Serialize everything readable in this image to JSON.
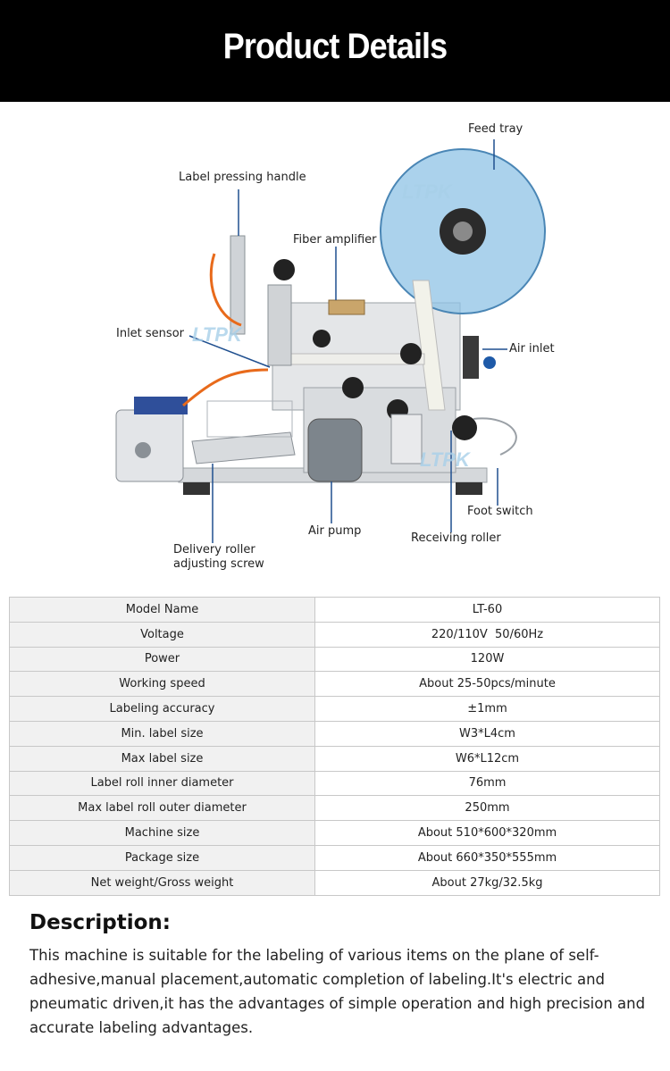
{
  "header": {
    "title": "Product Details"
  },
  "diagram": {
    "watermark": "LTPK",
    "callouts": {
      "feed_tray": "Feed tray",
      "label_pressing_handle": "Label pressing handle",
      "fiber_amplifier": "Fiber amplifier",
      "inlet_sensor": "Inlet sensor",
      "air_inlet": "Air inlet",
      "foot_switch": "Foot switch",
      "air_pump": "Air pump",
      "receiving_roller": "Receiving roller",
      "delivery_roller_line1": "Delivery roller",
      "delivery_roller_line2": "adjusting screw"
    },
    "colors": {
      "callout_line": "#1f4f8f",
      "tray": "#8fc3e6"
    }
  },
  "specs": [
    {
      "key": "Model Name",
      "value": "LT-60"
    },
    {
      "key": "Voltage",
      "value": "220/110V  50/60Hz"
    },
    {
      "key": "Power",
      "value": "120W"
    },
    {
      "key": "Working speed",
      "value": "About 25-50pcs/minute"
    },
    {
      "key": "Labeling accuracy",
      "value": "±1mm"
    },
    {
      "key": "Min. label size",
      "value": "W3*L4cm"
    },
    {
      "key": "Max label size",
      "value": "W6*L12cm"
    },
    {
      "key": "Label roll inner diameter",
      "value": "76mm"
    },
    {
      "key": "Max label roll outer diameter",
      "value": "250mm"
    },
    {
      "key": "Machine size",
      "value": "About 510*600*320mm"
    },
    {
      "key": "Package size",
      "value": "About 660*350*555mm"
    },
    {
      "key": "Net weight/Gross weight",
      "value": "About 27kg/32.5kg"
    }
  ],
  "description": {
    "title": "Description:",
    "text": "This machine is suitable for the labeling of various items on the plane of self-adhesive,manual placement,automatic completion of labeling.It's electric and pneumatic driven,it has the advantages of simple operation and high precision and accurate labeling advantages."
  }
}
